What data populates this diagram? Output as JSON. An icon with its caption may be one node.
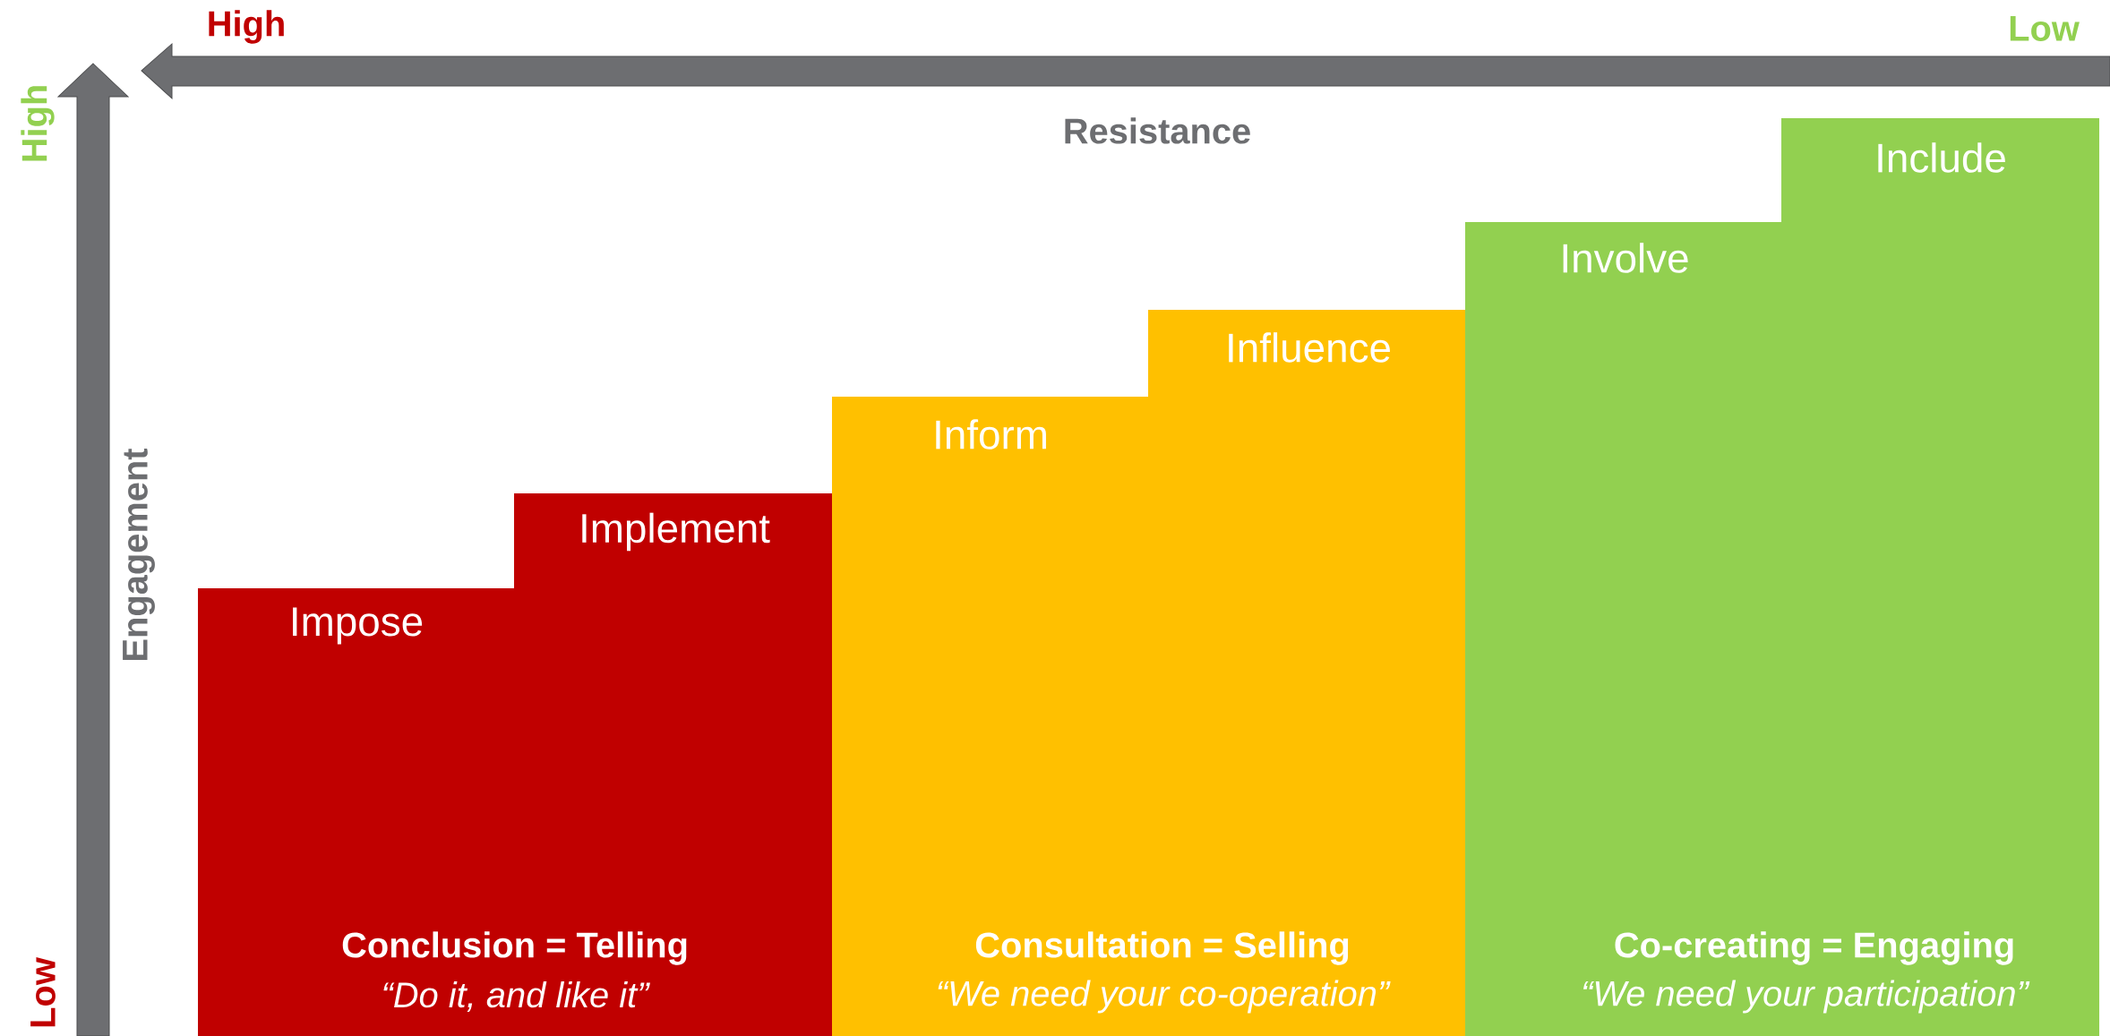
{
  "diagram": {
    "nodes": [
      {
        "text": [
          "Impose",
          "Implement",
          "Conclusion = Telling",
          "“Do it, and like it”"
        ]
      },
      {
        "text": [
          "Inform",
          "Influence",
          "Consultation = Selling",
          "“We need your co-operation”"
        ]
      },
      {
        "text": [
          "Involve",
          "Include",
          "Co-creating = Engaging",
          "“We need your participation”"
        ]
      }
    ],
    "labels": [
      "High",
      "Low",
      "High",
      "Resistance",
      "Engagement",
      "Low"
    ]
  }
}
